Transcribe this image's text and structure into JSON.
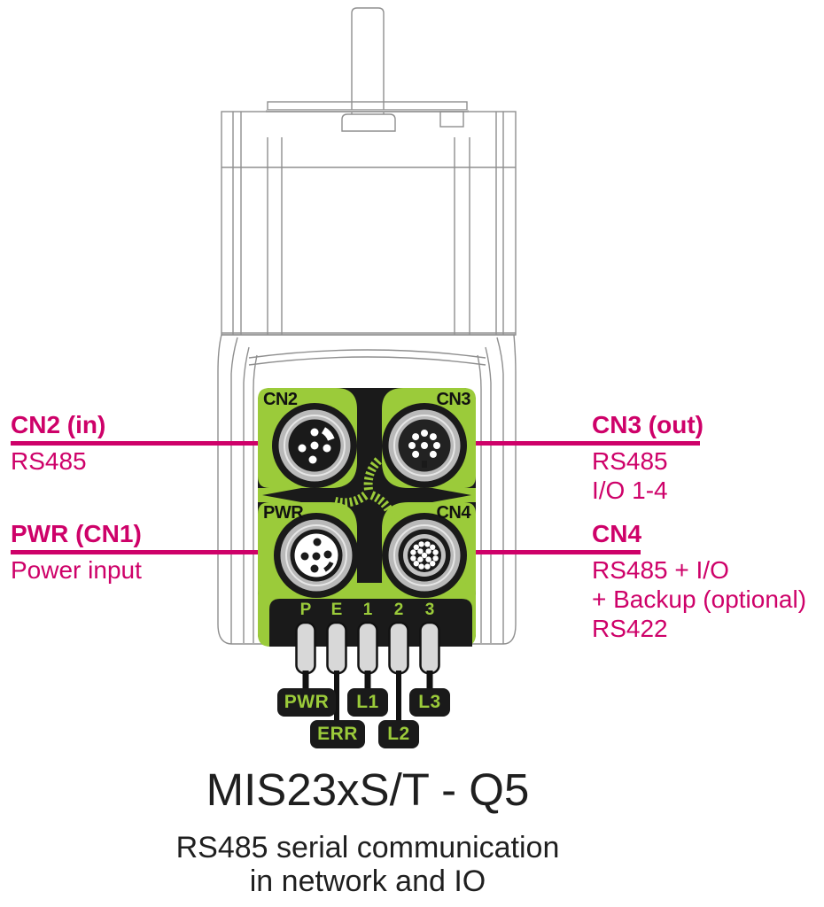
{
  "panel": {
    "labels": {
      "cn2": "CN2",
      "cn3": "CN3",
      "pwr": "PWR",
      "cn4": "CN4"
    },
    "led_letters": [
      "P",
      "E",
      "1",
      "2",
      "3"
    ],
    "led_boxes": {
      "pwr": "PWR",
      "err": "ERR",
      "l1": "L1",
      "l2": "L2",
      "l3": "L3"
    }
  },
  "callouts": {
    "cn2": {
      "title": "CN2 (in)",
      "lines": [
        "RS485"
      ]
    },
    "pwr": {
      "title": "PWR (CN1)",
      "lines": [
        "Power input"
      ]
    },
    "cn3": {
      "title": "CN3 (out)",
      "lines": [
        "RS485",
        "I/O 1-4"
      ]
    },
    "cn4": {
      "title": "CN4",
      "lines": [
        "RS485 + I/O",
        "+ Backup (optional)",
        "RS422"
      ]
    }
  },
  "footer": {
    "title": "MIS23xS/T - Q5",
    "subtitle_line1": "RS485 serial communication",
    "subtitle_line2": "in network and IO"
  },
  "colors": {
    "panel_green": "#9BCB3A",
    "magenta": "#CE0169",
    "panel_black": "#1A1A1A",
    "led_grey": "#D8D8D8"
  }
}
